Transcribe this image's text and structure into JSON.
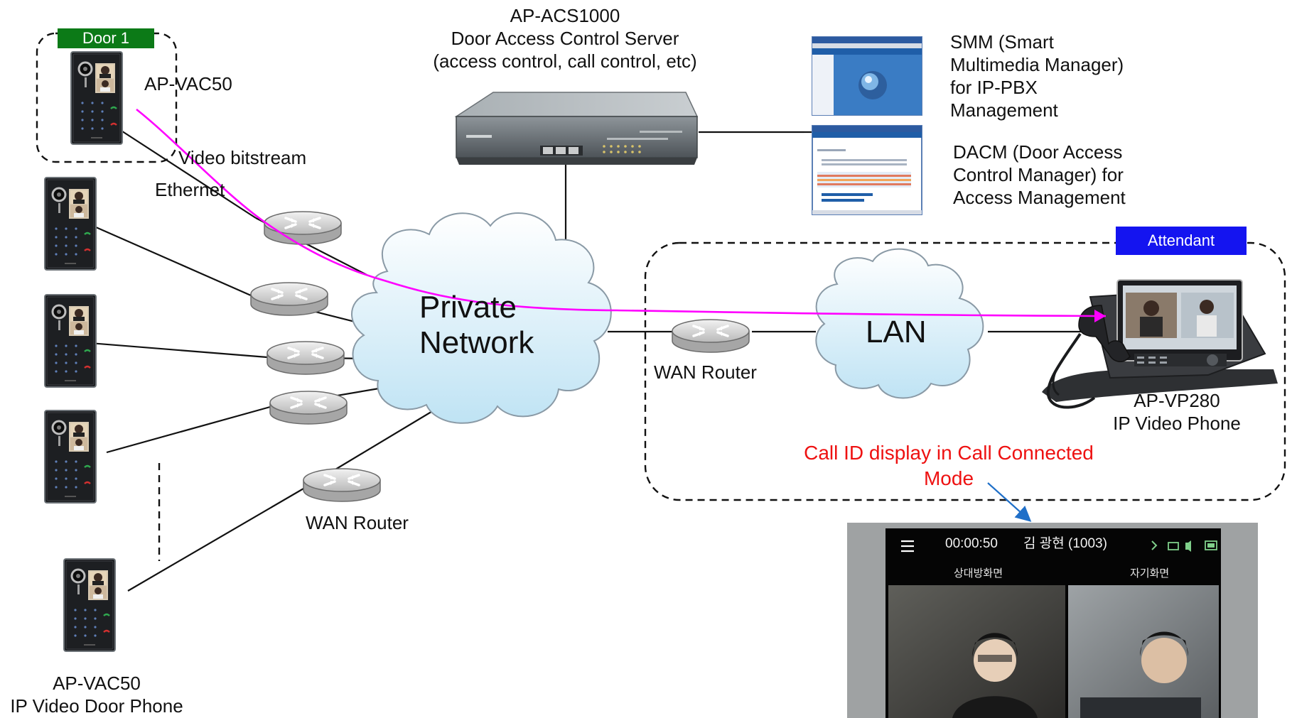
{
  "door_tag": "Door 1",
  "door1_device_label": "AP-VAC50",
  "video_bitstream": "Video bitstream",
  "ethernet": "Ethernet",
  "server": {
    "line1": "AP-ACS1000",
    "line2": "Door Access Control Server",
    "line3": "(access control, call control, etc)"
  },
  "smm": [
    "SMM (Smart",
    "Multimedia Manager)",
    "for IP-PBX",
    "Management"
  ],
  "dacm": [
    "DACM (Door Access",
    "Control Manager) for",
    "Access Management"
  ],
  "attendant_tag": "Attendant",
  "private_network": [
    "Private",
    "Network"
  ],
  "lan": "LAN",
  "wan_router_right": "WAN Router",
  "wan_router_bottom": "WAN Router",
  "phone_label": [
    "AP-VP280",
    "IP Video Phone"
  ],
  "call_id_caption": [
    "Call ID display in Call Connected",
    "Mode"
  ],
  "door_phone_label": [
    "AP-VAC50",
    "IP Video Door Phone"
  ],
  "screen": {
    "menu_icon": "hamburger-menu-icon",
    "timer": "00:00:50",
    "caller": "김 광현 (1003)",
    "remote_label": "상대방화면",
    "self_label": "자기화면"
  },
  "colors": {
    "video_stream": "#ff00ff",
    "door_tag": "#0c7a17",
    "attendant_tag": "#1414f0",
    "caption": "#ee1111",
    "arrow": "#1f6fc8"
  }
}
